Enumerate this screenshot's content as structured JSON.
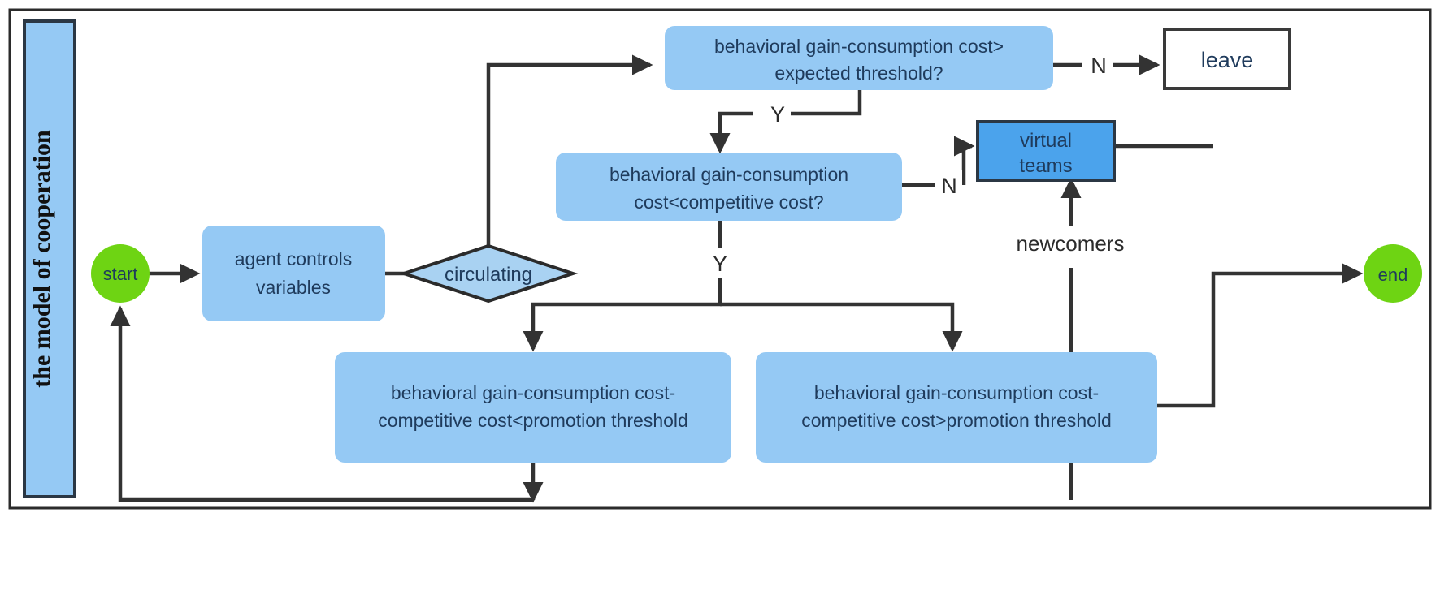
{
  "diagram": {
    "title": "the model of cooperation",
    "lane_label": "the model of cooperation",
    "colors": {
      "process_fill": "#95c9f4",
      "decision_fill": "#a9d2f2",
      "highlight_fill": "#4ba3ec",
      "terminator_fill": "#6ed413",
      "plain_fill": "#ffffff",
      "edge_stroke": "#333333",
      "text_color": "#1f3b5c"
    },
    "nodes": {
      "start": {
        "label": "start",
        "shape": "circle"
      },
      "agent_controls": {
        "label_line1": "agent controls",
        "label_line2": "variables",
        "shape": "rounded-rect"
      },
      "circulating": {
        "label": "circulating",
        "shape": "diamond"
      },
      "decision_expected": {
        "label_line1": "behavioral gain-consumption cost>",
        "label_line2": "expected threshold?",
        "shape": "rounded-rect"
      },
      "leave": {
        "label": "leave",
        "shape": "rect"
      },
      "decision_competitive": {
        "label_line1": "behavioral gain-consumption",
        "label_line2": "cost<competitive cost?",
        "shape": "rounded-rect"
      },
      "virtual_teams": {
        "label_line1": "virtual",
        "label_line2": "teams",
        "shape": "rect"
      },
      "promo_less": {
        "label_line1": "behavioral gain-consumption cost-",
        "label_line2": "competitive cost<promotion threshold",
        "shape": "rounded-rect"
      },
      "promo_greater": {
        "label_line1": "behavioral gain-consumption cost-",
        "label_line2": "competitive cost>promotion threshold",
        "shape": "rounded-rect"
      },
      "end": {
        "label": "end",
        "shape": "circle"
      }
    },
    "edge_labels": {
      "expected_no": "N",
      "expected_yes": "Y",
      "competitive_no": "N",
      "competitive_yes": "Y",
      "newcomers": "newcomers"
    }
  }
}
